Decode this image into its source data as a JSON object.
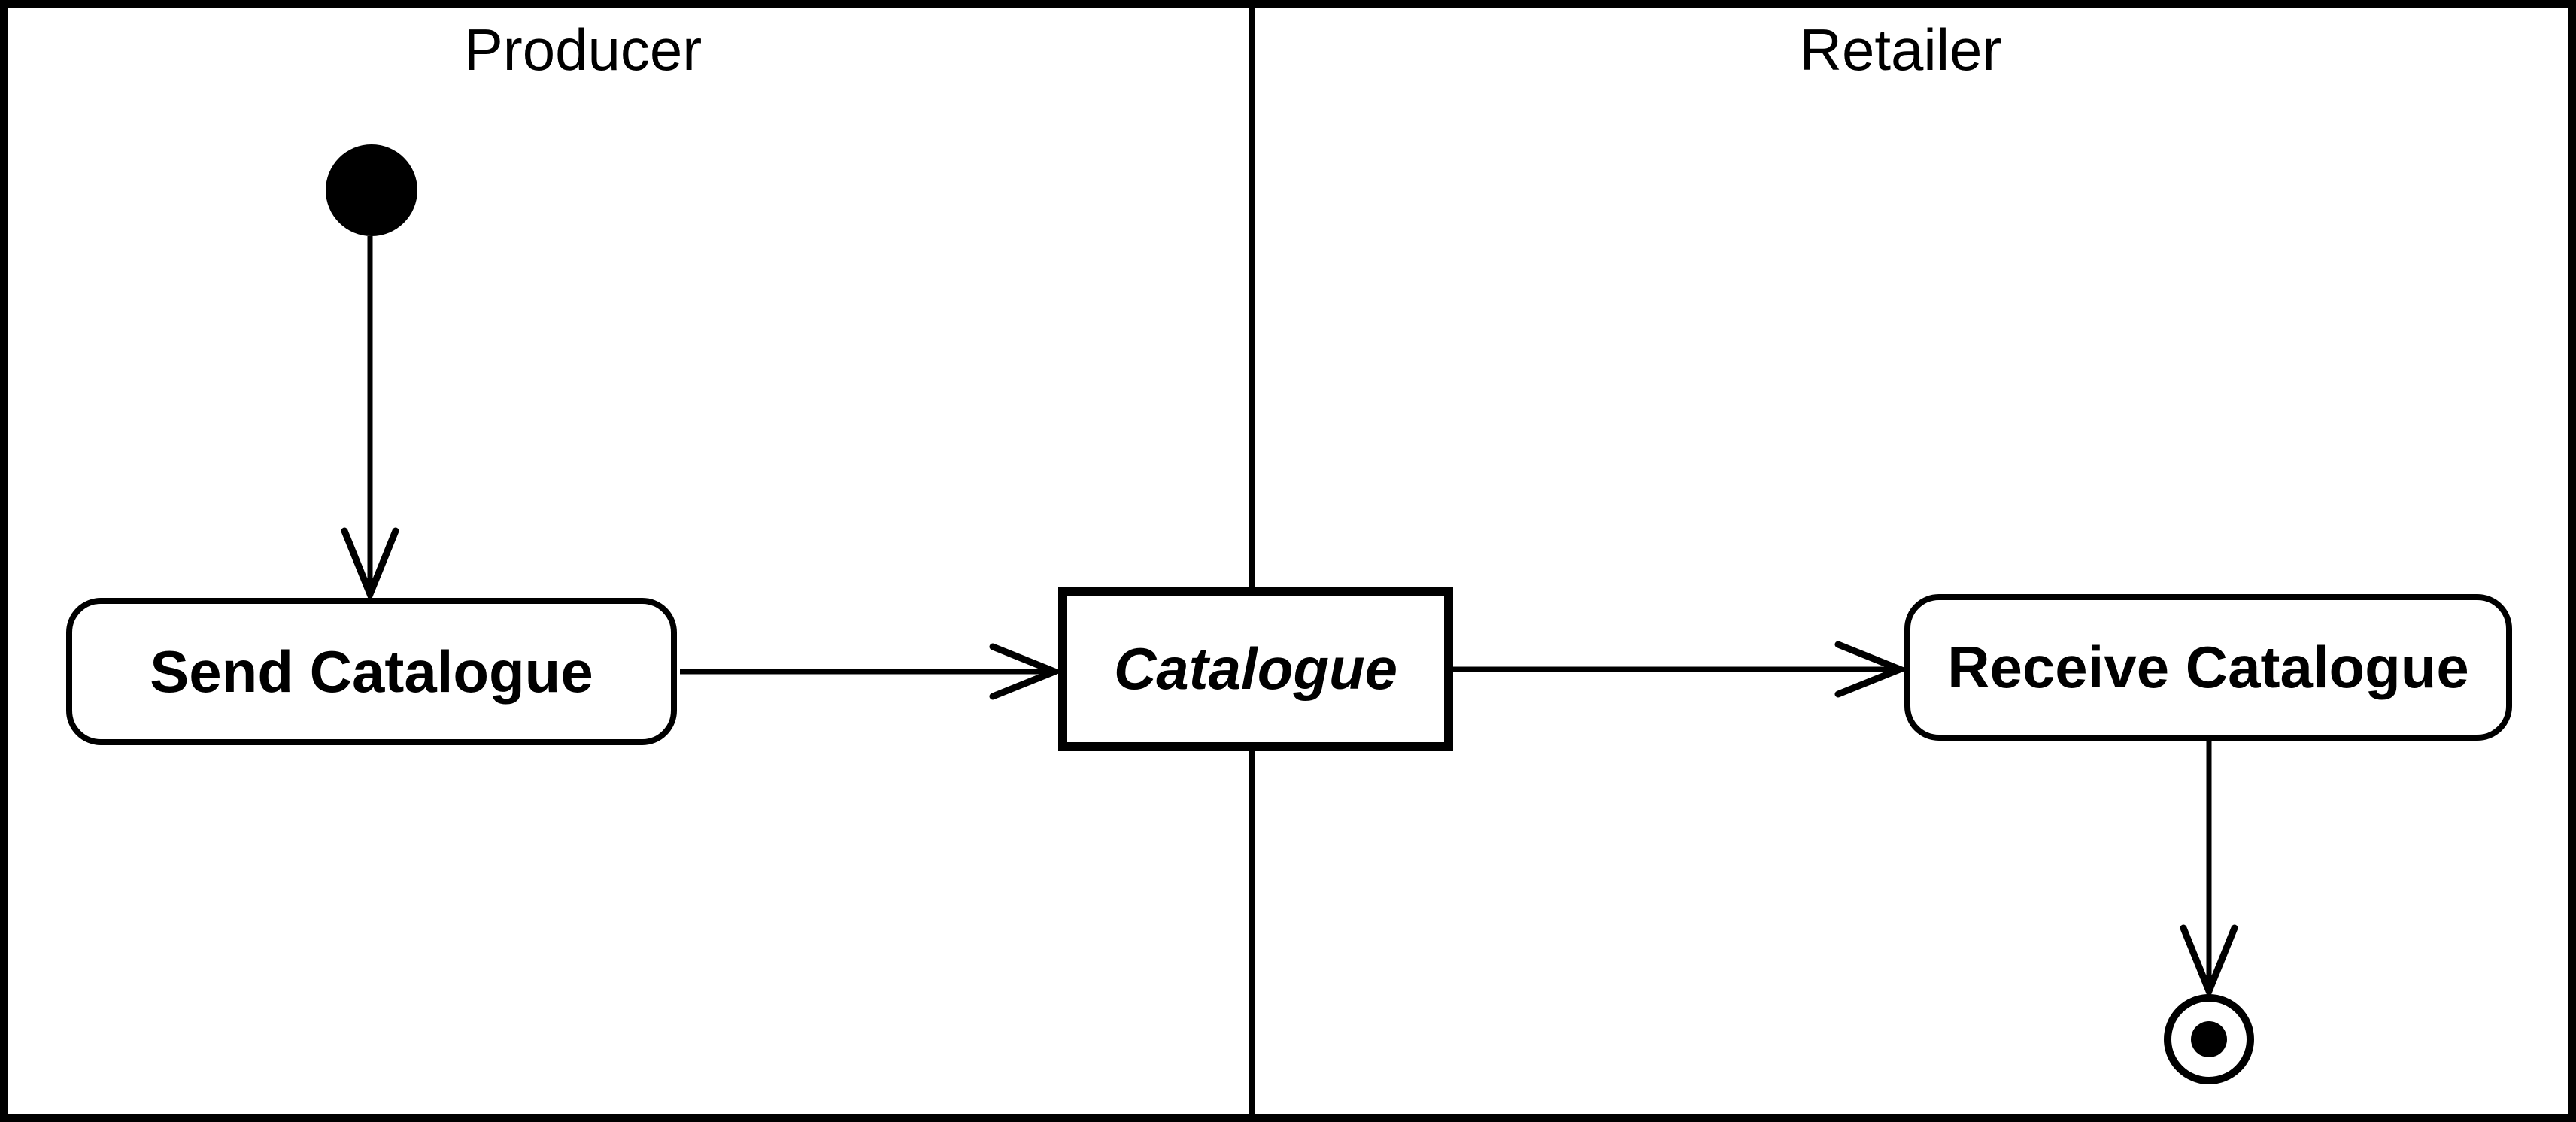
{
  "lanes": [
    {
      "id": "producer",
      "label": "Producer"
    },
    {
      "id": "retailer",
      "label": "Retailer"
    }
  ],
  "nodes": {
    "initial": {
      "type": "initial-state",
      "icon": "initial-node-icon"
    },
    "send": {
      "type": "action",
      "label": "Send Catalogue"
    },
    "catalogue": {
      "type": "object",
      "label": "Catalogue"
    },
    "receive": {
      "type": "action",
      "label": "Receive Catalogue"
    },
    "final": {
      "type": "final-state",
      "icon": "final-node-icon"
    }
  },
  "edges": [
    {
      "from": "initial",
      "to": "send"
    },
    {
      "from": "send",
      "to": "catalogue"
    },
    {
      "from": "catalogue",
      "to": "receive"
    },
    {
      "from": "receive",
      "to": "final"
    }
  ],
  "colors": {
    "stroke": "#000000",
    "background": "#ffffff"
  }
}
